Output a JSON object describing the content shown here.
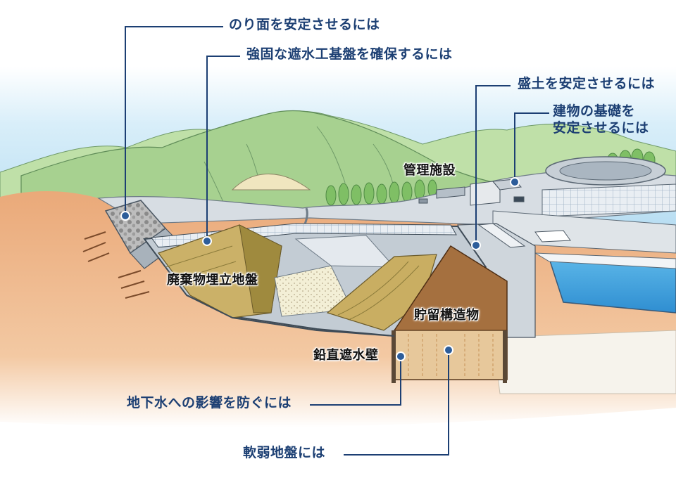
{
  "callouts": {
    "slope": "のり面を安定させるには",
    "barrier_base": "強固な遮水工基盤を確保するには",
    "embankment": "盛土を安定させるには",
    "building_foundation": "建物の基礎を\n安定させるには",
    "groundwater": "地下水への影響を防ぐには",
    "soft_ground": "軟弱地盤には"
  },
  "labels": {
    "admin_facility": "管理施設",
    "landfill_ground": "廃棄物埋立地盤",
    "storage_structure": "貯留構造物",
    "vertical_barrier": "鉛直遮水壁"
  },
  "colors": {
    "callout_text": "#1c3f73",
    "leader_line": "#1c3f73",
    "marker": "#2d5d9a",
    "sky": "#bfe3f5",
    "mountain": "#a9d39b",
    "soil": "#edb98a",
    "waste": "#c9aa5e",
    "water": "#3ea0dd"
  }
}
